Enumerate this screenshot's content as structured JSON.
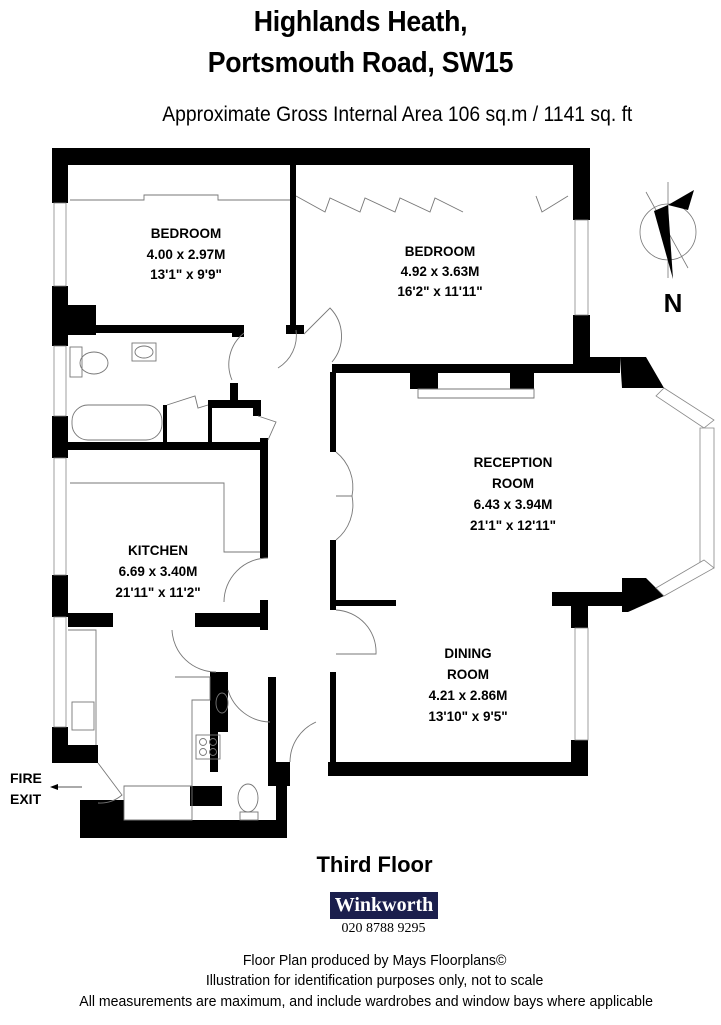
{
  "header": {
    "title_line1": "Highlands Heath,",
    "title_line2": "Portsmouth Road, SW15",
    "area": "Approximate Gross Internal Area 106 sq.m  /  1141 sq. ft"
  },
  "rooms": [
    {
      "name_line1": "BEDROOM",
      "name_line2": "",
      "metric": "4.00 x 2.97M",
      "imperial": "13'1\" x 9'9\""
    },
    {
      "name_line1": "BEDROOM",
      "name_line2": "",
      "metric": "4.92 x 3.63M",
      "imperial": "16'2\" x 11'11\""
    },
    {
      "name_line1": "RECEPTION",
      "name_line2": "ROOM",
      "metric": "6.43 x 3.94M",
      "imperial": "21'1\" x 12'11\""
    },
    {
      "name_line1": "KITCHEN",
      "name_line2": "",
      "metric": "6.69 x 3.40M",
      "imperial": "21'11\" x 11'2\""
    },
    {
      "name_line1": "DINING",
      "name_line2": "ROOM",
      "metric": "4.21 x 2.86M",
      "imperial": "13'10\" x 9'5\""
    }
  ],
  "compass": {
    "label": "N",
    "icon": "north-arrow-icon"
  },
  "fire_exit": {
    "line1": "FIRE",
    "line2": "EXIT",
    "icon": "arrow-left-icon"
  },
  "floor": {
    "name": "Third Floor"
  },
  "agent": {
    "name": "Winkworth",
    "phone": "020 8788 9295",
    "brand_color": "#1b1f4d"
  },
  "footer": {
    "line1": "Floor Plan produced by Mays Floorplans©",
    "line2": "Illustration for identification purposes only, not to scale",
    "line3": "All measurements are maximum, and include wardrobes and window bays where applicable"
  }
}
